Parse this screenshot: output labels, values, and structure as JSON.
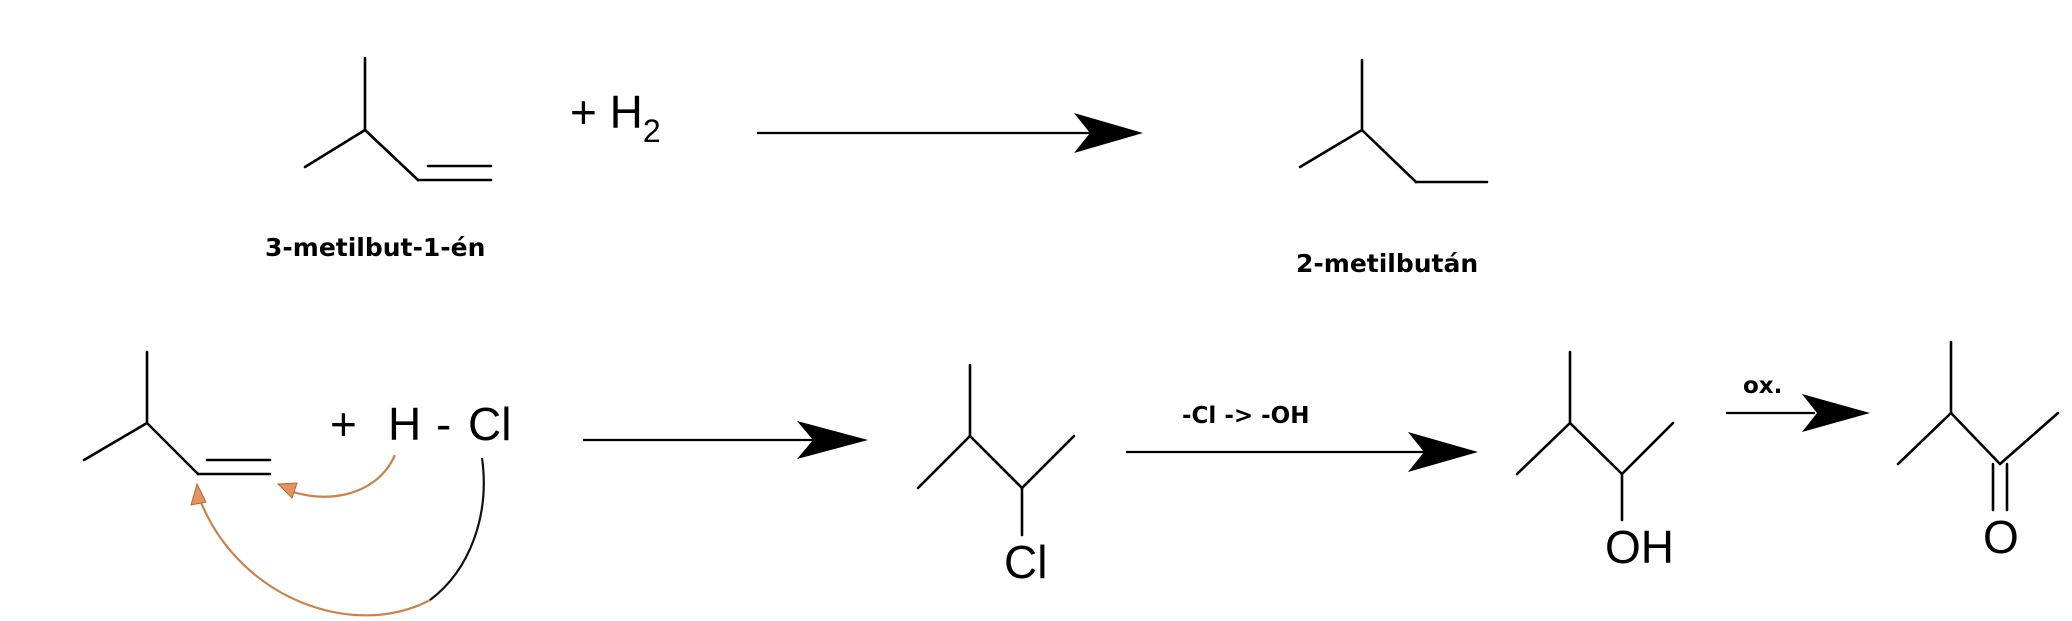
{
  "reaction1": {
    "reagent": {
      "plus": "+ H",
      "sub": "2"
    },
    "reactant_name": "3-metilbut-1-én",
    "product_name": "2-metilbután"
  },
  "reaction2": {
    "reagent": {
      "plus": "+",
      "h": "H",
      "dash": "-",
      "cl": "Cl"
    },
    "product1_label": "Cl",
    "step2_condition": "-Cl -> -OH",
    "product2_label": "OH",
    "step3_condition": "ox.",
    "product3_label": "O"
  },
  "colors": {
    "bond": "#000000",
    "electron_arrow": "#c8824a"
  }
}
